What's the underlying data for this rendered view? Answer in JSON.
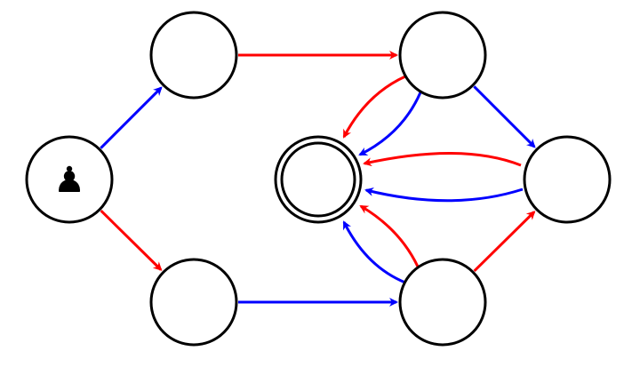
{
  "colors": {
    "red": "#ff0000",
    "blue": "#0000ff",
    "node_stroke": "#000000",
    "node_fill": "#ffffff"
  },
  "nodes": [
    {
      "id": "start",
      "icon": "pawn-icon",
      "glyph": "♟"
    },
    {
      "id": "top-left"
    },
    {
      "id": "bottom-left"
    },
    {
      "id": "goal",
      "double_ring": true
    },
    {
      "id": "top-right"
    },
    {
      "id": "right"
    },
    {
      "id": "bottom-right"
    }
  ],
  "edges": [
    {
      "from": "start",
      "to": "top-left",
      "color": "blue"
    },
    {
      "from": "start",
      "to": "bottom-left",
      "color": "red"
    },
    {
      "from": "top-left",
      "to": "top-right",
      "color": "red"
    },
    {
      "from": "bottom-left",
      "to": "bottom-right",
      "color": "blue"
    },
    {
      "from": "top-right",
      "to": "right",
      "color": "blue"
    },
    {
      "from": "bottom-right",
      "to": "right",
      "color": "red"
    },
    {
      "from": "top-right",
      "to": "goal",
      "color": "red",
      "curve": "outer"
    },
    {
      "from": "top-right",
      "to": "goal",
      "color": "blue",
      "curve": "inner"
    },
    {
      "from": "right",
      "to": "goal",
      "color": "red",
      "curve": "upper"
    },
    {
      "from": "right",
      "to": "goal",
      "color": "blue",
      "curve": "lower"
    },
    {
      "from": "bottom-right",
      "to": "goal",
      "color": "red",
      "curve": "inner"
    },
    {
      "from": "bottom-right",
      "to": "goal",
      "color": "blue",
      "curve": "outer"
    }
  ]
}
